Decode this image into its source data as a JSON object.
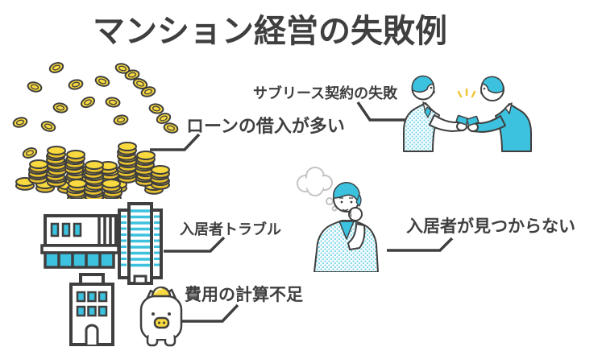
{
  "title": "マンション経営の失敗例",
  "callouts": {
    "loan": {
      "label": "ローンの借入が多い"
    },
    "sublease": {
      "label": "サブリース契約の失敗"
    },
    "tenant_trouble": {
      "label": "入居者トラブル"
    },
    "vacancy": {
      "label": "入居者が見つからない"
    },
    "cost": {
      "label": "費用の計算不足"
    }
  },
  "illustrations": {
    "coins": "piles-of-gold-coins",
    "businessmen": "two-businessmen-exchanging-cards",
    "thinking_man": "worried-man-with-thought-bubble",
    "buildings": "apartment-buildings",
    "piggy_bank": "piggy-bank-with-coin"
  },
  "colors": {
    "ink": "#3f3f3f",
    "accent_cyan": "#3cc1de",
    "coin_yellow": "#f8d93f",
    "coin_shade": "#e9c12d",
    "bubble_gray": "#c4c4c4",
    "background": "#ffffff"
  }
}
